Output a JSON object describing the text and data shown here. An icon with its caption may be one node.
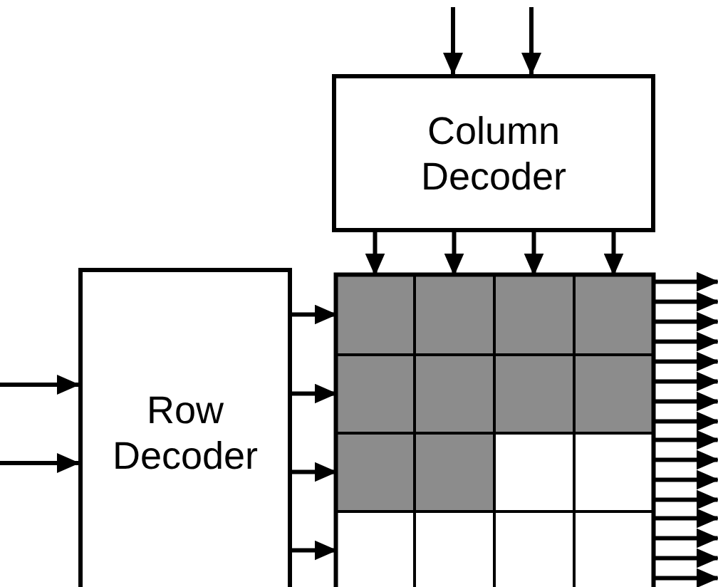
{
  "diagram": {
    "nodes": [
      {
        "text": [
          "Column Decoder"
        ]
      },
      {
        "text": [
          "Row Decoder"
        ]
      },
      {
        "text": [],
        "shape": "box"
      },
      {
        "text": [],
        "shape": "box"
      },
      {
        "text": [],
        "shape": "box"
      },
      {
        "text": [],
        "shape": "box"
      },
      {
        "text": [],
        "shape": "box"
      },
      {
        "text": [],
        "shape": "box"
      },
      {
        "text": [],
        "shape": "box"
      },
      {
        "text": [],
        "shape": "box"
      },
      {
        "text": [],
        "shape": "box"
      },
      {
        "text": [],
        "shape": "box"
      },
      {
        "text": [],
        "shape": "box"
      },
      {
        "text": [],
        "shape": "box"
      },
      {
        "text": [],
        "shape": "box"
      },
      {
        "text": [],
        "shape": "box"
      },
      {
        "text": [],
        "shape": "box"
      },
      {
        "text": [],
        "shape": "box"
      }
    ],
    "edges": [
      {
        "from": null,
        "to": 0,
        "arrow": "to"
      },
      {
        "from": null,
        "to": 0,
        "arrow": "to"
      },
      {
        "from": 0,
        "to": 2,
        "arrow": "to"
      },
      {
        "from": 0,
        "to": 3,
        "arrow": "to"
      },
      {
        "from": 0,
        "to": 4,
        "arrow": "to"
      },
      {
        "from": 0,
        "to": 5,
        "arrow": "to"
      },
      {
        "from": null,
        "to": 1,
        "arrow": "to"
      },
      {
        "from": null,
        "to": 1,
        "arrow": "to"
      },
      {
        "from": 1,
        "to": 2,
        "arrow": "to"
      },
      {
        "from": 1,
        "to": 6,
        "arrow": "to"
      },
      {
        "from": 1,
        "to": 10,
        "arrow": "to"
      },
      {
        "from": 1,
        "to": 14,
        "arrow": "to"
      },
      {
        "from": 5,
        "to": null,
        "arrow": "to"
      },
      {
        "from": 5,
        "to": null,
        "arrow": "to"
      },
      {
        "from": 5,
        "to": null,
        "arrow": "to"
      },
      {
        "from": 5,
        "to": null,
        "arrow": "to"
      },
      {
        "from": 9,
        "to": null,
        "arrow": "to"
      },
      {
        "from": 9,
        "to": null,
        "arrow": "to"
      },
      {
        "from": 9,
        "to": null,
        "arrow": "to"
      },
      {
        "from": 9,
        "to": null,
        "arrow": "to"
      },
      {
        "from": 13,
        "to": null,
        "arrow": "to"
      },
      {
        "from": 13,
        "to": null,
        "arrow": "to"
      },
      {
        "from": 13,
        "to": null,
        "arrow": "to"
      },
      {
        "from": 13,
        "to": null,
        "arrow": "to"
      },
      {
        "from": 17,
        "to": null,
        "arrow": "to"
      },
      {
        "from": 17,
        "to": null,
        "arrow": "to"
      },
      {
        "from": 17,
        "to": null,
        "arrow": "to"
      },
      {
        "from": 17,
        "to": null,
        "arrow": "to"
      }
    ]
  }
}
